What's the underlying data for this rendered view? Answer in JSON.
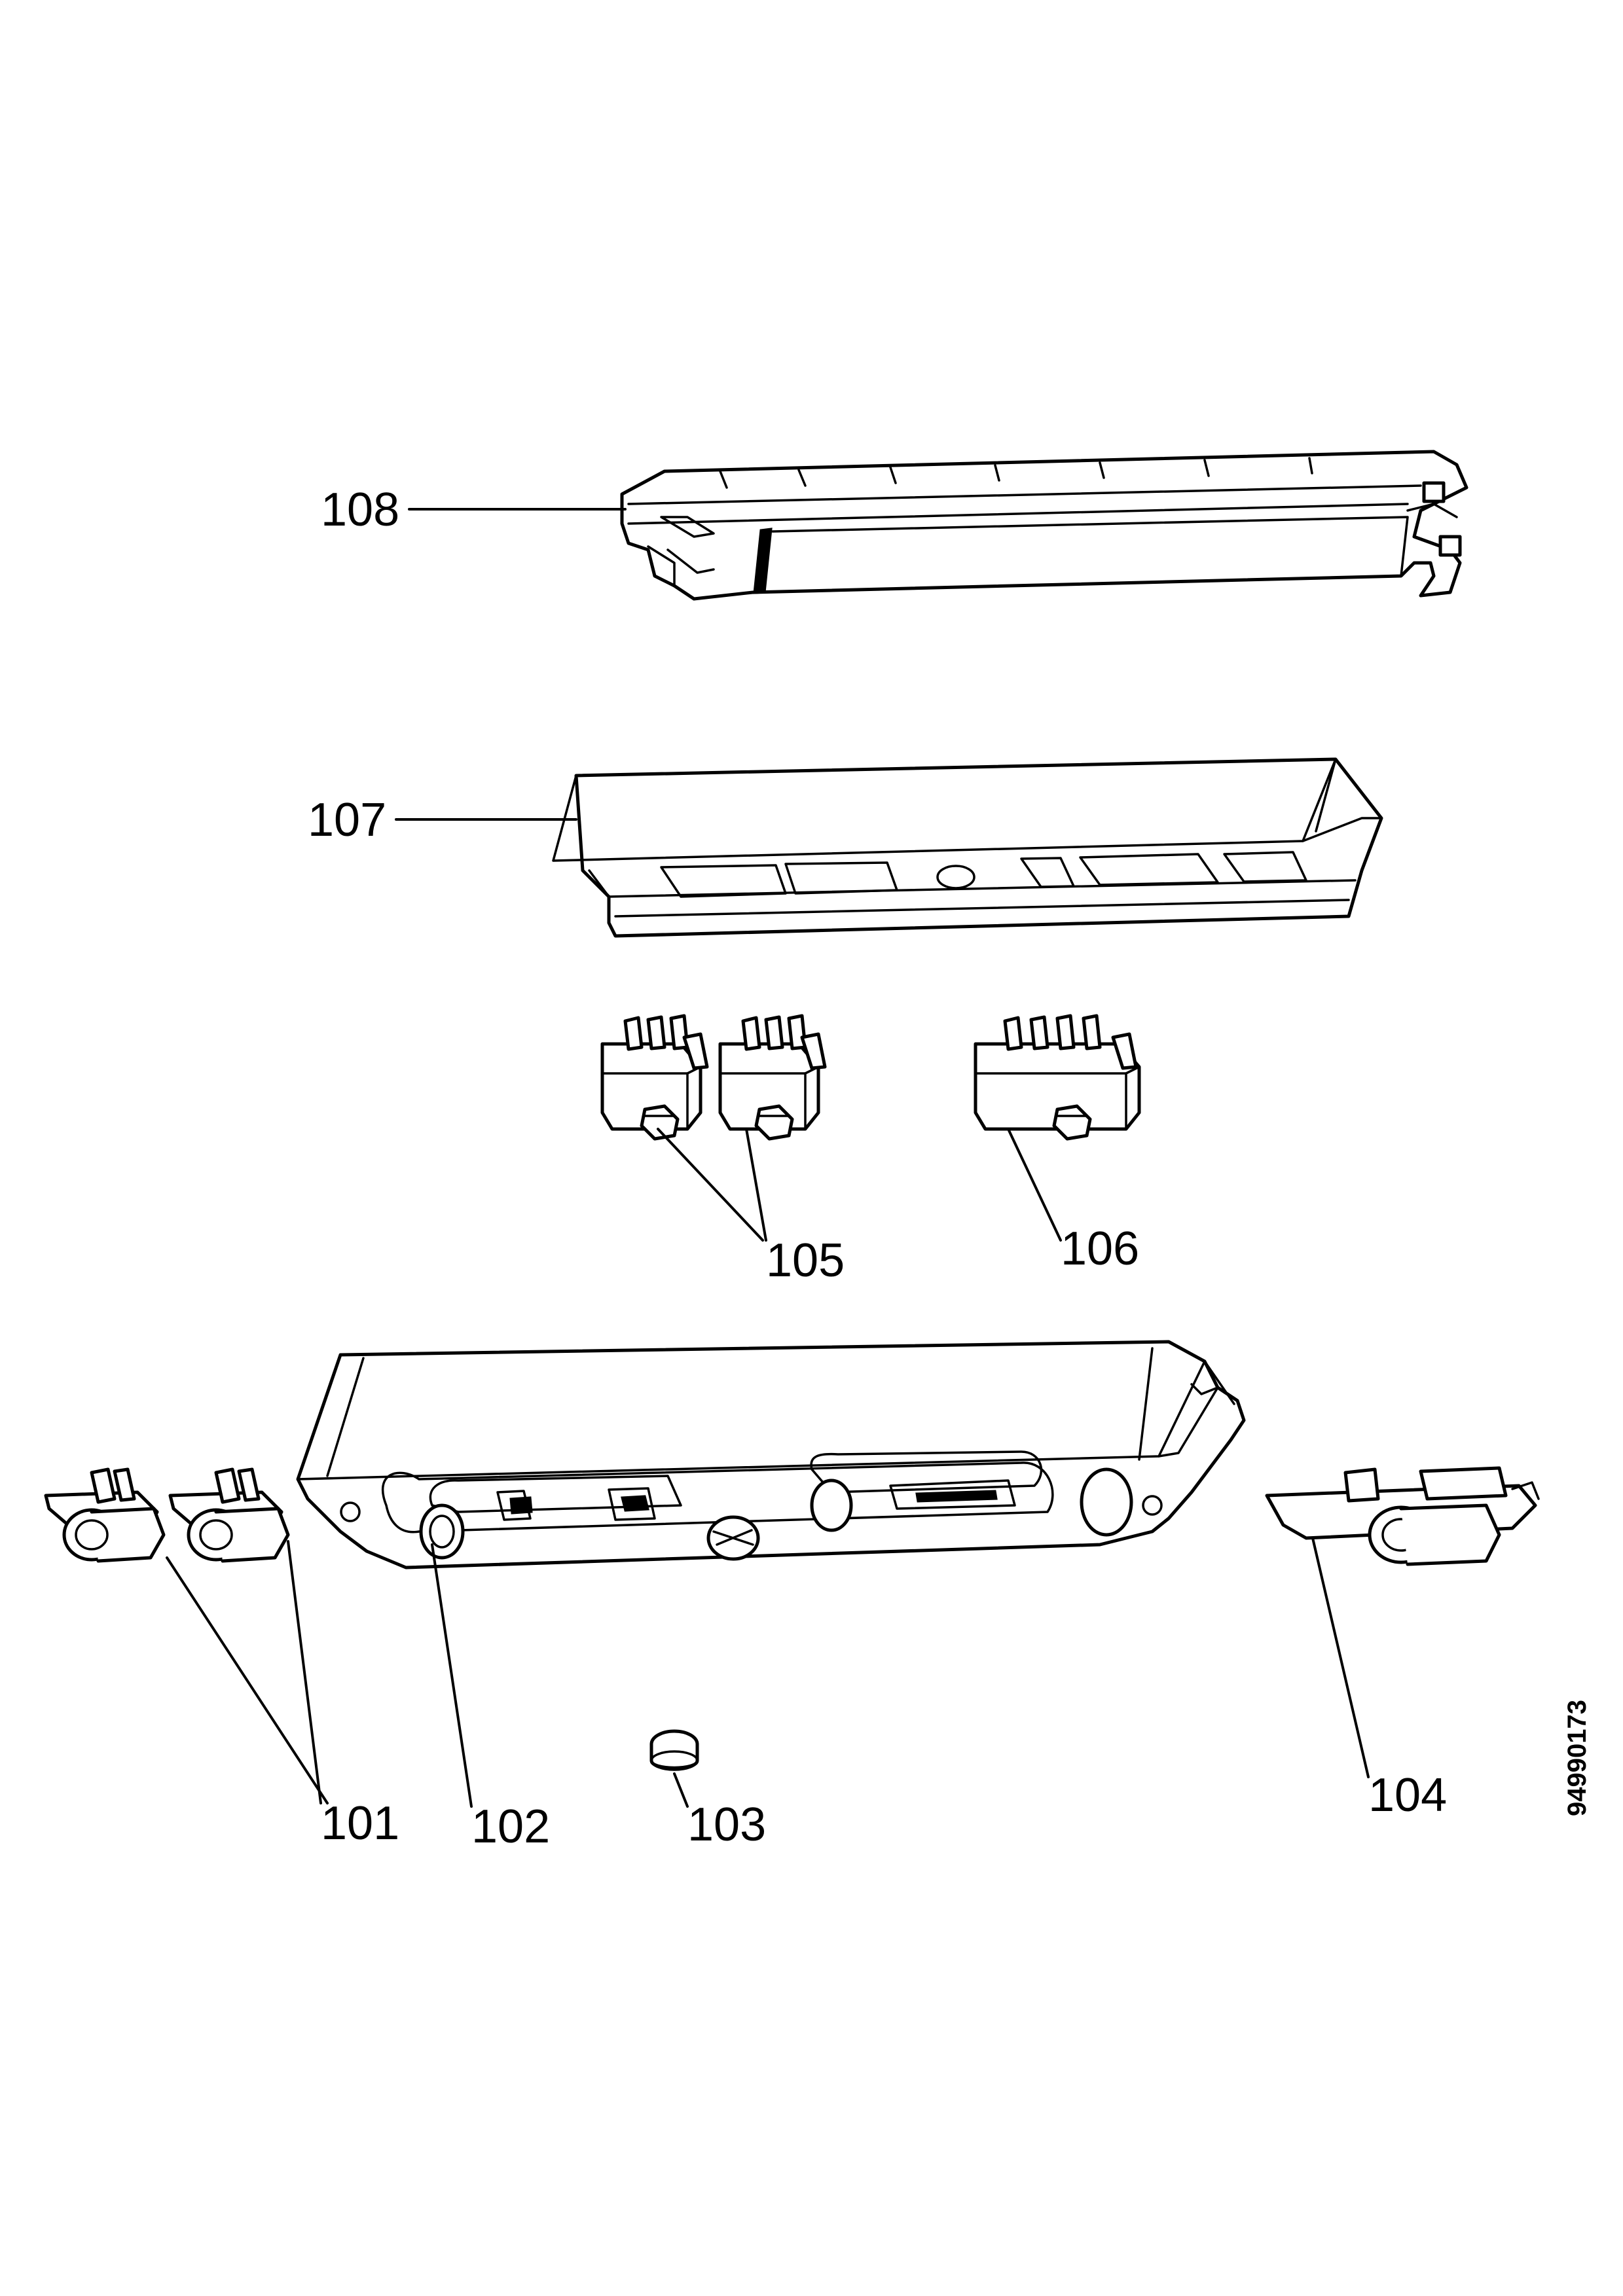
{
  "diagram": {
    "callouts": [
      "101",
      "102",
      "103",
      "104",
      "105",
      "106",
      "107",
      "108"
    ],
    "drawing_number": "94990173"
  },
  "colors": {
    "ink": "#000000",
    "paper": "#ffffff"
  }
}
